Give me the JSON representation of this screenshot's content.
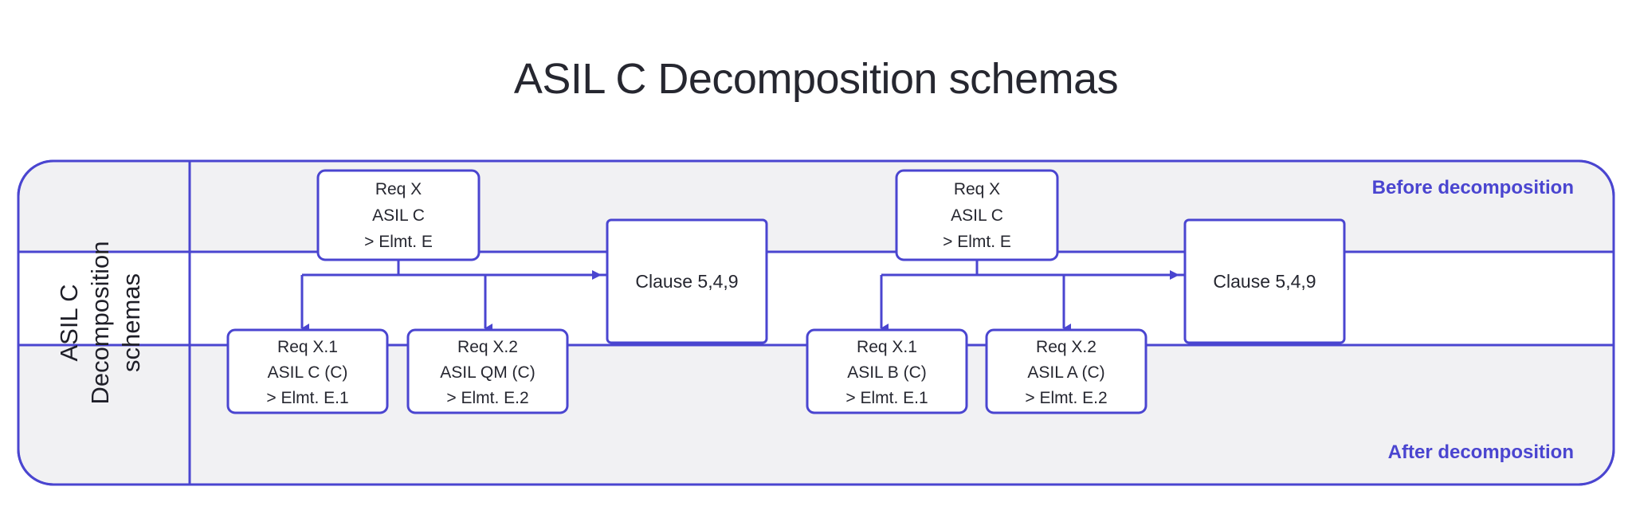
{
  "page": {
    "title": "ASIL C Decomposition schemas",
    "background_color": "#ffffff",
    "title_color": "#262730"
  },
  "theme": {
    "line_color": "#4a45d0",
    "panel_fill": "#f1f1f3",
    "band_fill": "#ffffff",
    "box_fill": "#ffffff",
    "text_color": "#262730",
    "accent_color": "#4a45d0"
  },
  "panel": {
    "side_label": {
      "name": "side-label",
      "lines": [
        "ASIL C",
        "Decomposition",
        "schemas"
      ],
      "orientation": "vertical-rotated-90-ccw"
    },
    "phase_labels": {
      "before": "Before decomposition",
      "after": "After decomposition"
    }
  },
  "schemas": [
    {
      "id": "schema-left",
      "source": {
        "name": "req-x-box-left",
        "lines": [
          "Req X",
          "ASIL C",
          "> Elmt. E"
        ]
      },
      "clause": {
        "name": "clause-box-left",
        "label": "Clause 5,4,9"
      },
      "results": [
        {
          "name": "req-x1-box-left",
          "lines": [
            "Req X.1",
            "ASIL C (C)",
            "> Elmt. E.1"
          ]
        },
        {
          "name": "req-x2-box-left",
          "lines": [
            "Req X.2",
            "ASIL QM (C)",
            "> Elmt. E.2"
          ]
        }
      ]
    },
    {
      "id": "schema-right",
      "source": {
        "name": "req-x-box-right",
        "lines": [
          "Req X",
          "ASIL C",
          "> Elmt. E"
        ]
      },
      "clause": {
        "name": "clause-box-right",
        "label": "Clause 5,4,9"
      },
      "results": [
        {
          "name": "req-x1-box-right",
          "lines": [
            "Req X.1",
            "ASIL B (C)",
            "> Elmt. E.1"
          ]
        },
        {
          "name": "req-x2-box-right",
          "lines": [
            "Req X.2",
            "ASIL A (C)",
            "> Elmt. E.2"
          ]
        }
      ]
    }
  ]
}
